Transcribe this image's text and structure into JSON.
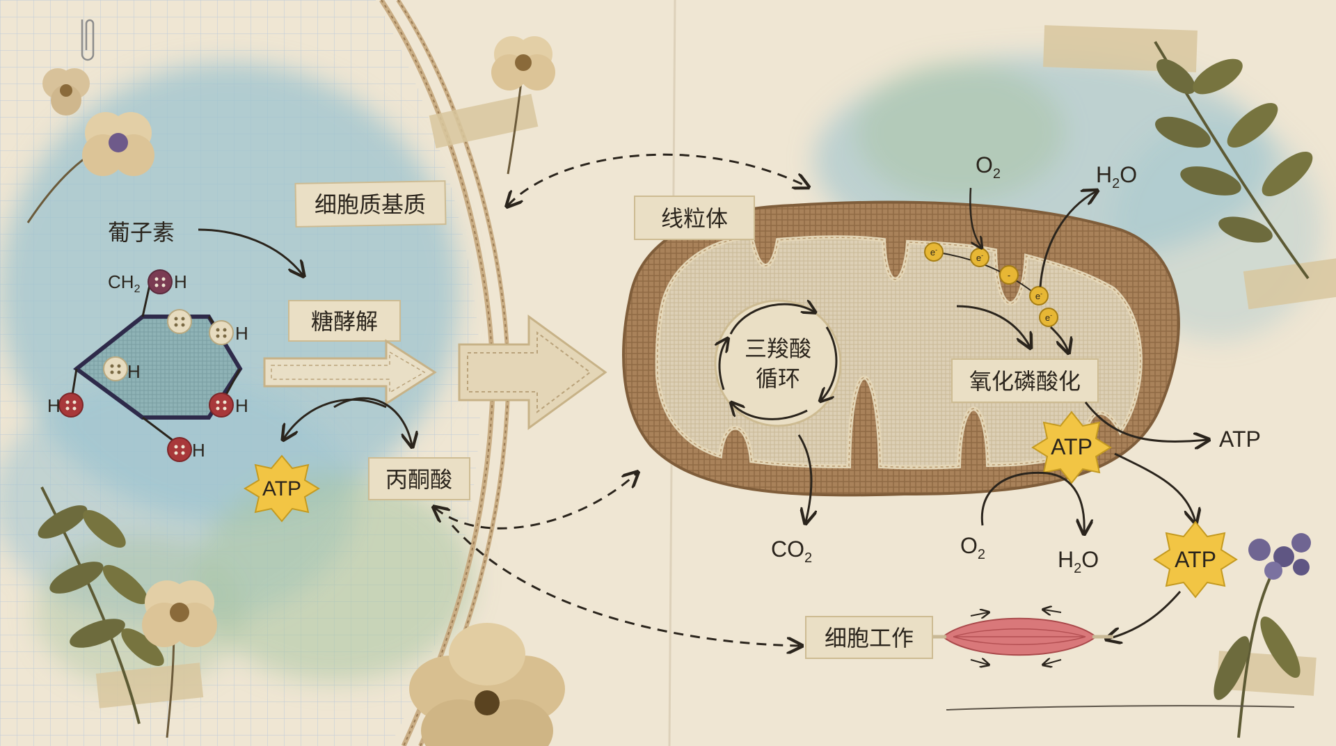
{
  "labels": {
    "cytoplasm": "细胞质基质",
    "glucose": "葡子素",
    "glycolysis": "糖酵解",
    "pyruvate": "丙酮酸",
    "atp_glycolysis": "ATP",
    "mitochondrion": "线粒体",
    "tca_line1": "三羧酸",
    "tca_line2": "循环",
    "oxphos": "氧化磷酸化",
    "atp_matrix": "ATP",
    "atp_out": "ATP",
    "atp_bottom": "ATP",
    "cell_work": "细胞工作",
    "co2": "CO",
    "co2_sub": "2",
    "o2_top": "O",
    "o2_top_sub": "2",
    "h2o_top_pre": "H",
    "h2o_top_sub": "2",
    "h2o_top_post": "O",
    "o2_bottom": "O",
    "o2_bottom_sub": "2",
    "h2o_bottom_pre": "H",
    "h2o_bottom_sub": "2",
    "h2o_bottom_post": "O",
    "electron": "e",
    "electron_sup": "-"
  },
  "molecule": {
    "ch2_pre": "CH",
    "ch2_sub": "2",
    "h": "H"
  },
  "colors": {
    "paper": "#efe6d3",
    "watercolor_blue": "#9cc3cf",
    "watercolor_green": "#a8c4a2",
    "mito_outer": "#a9825a",
    "mito_inner": "#d8cab0",
    "label_paper": "#eadfc5",
    "atp_star": "#f2c544",
    "button_red": "#a8383a",
    "button_cream": "#e7dcc0",
    "button_plum": "#7a3b52",
    "electron": "#e7b735",
    "muscle": "#d9787a",
    "ink": "#2a241c"
  }
}
